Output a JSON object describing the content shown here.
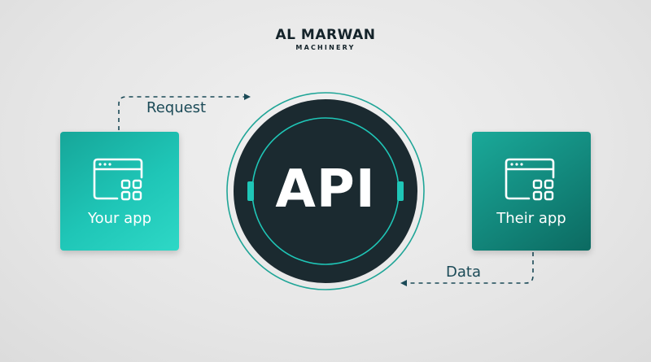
{
  "logo": {
    "title": "AL MARWAN",
    "subtitle": "MACHINERY"
  },
  "center": {
    "label": "API"
  },
  "left_app": {
    "label": "Your app",
    "icon": "app-window-grid-icon"
  },
  "right_app": {
    "label": "Their app",
    "icon": "app-window-grid-icon"
  },
  "flows": {
    "request_label": "Request",
    "data_label": "Data"
  },
  "colors": {
    "navy": "#1b2a30",
    "teal": "#1fc6b7",
    "dark_teal": "#0f7a70",
    "arrow": "#1b4a57",
    "background": "#e8e8e8"
  }
}
